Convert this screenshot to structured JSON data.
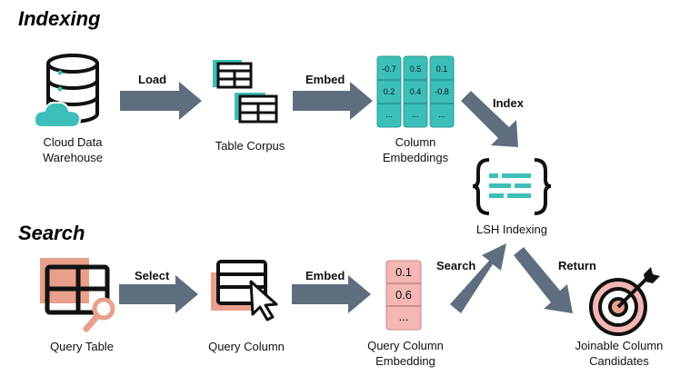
{
  "sections": {
    "indexing": "Indexing",
    "search": "Search"
  },
  "indexing_row": {
    "cloud_label_line1": "Cloud Data",
    "cloud_label_line2": "Warehouse",
    "load_label": "Load",
    "corpus_label": "Table Corpus",
    "embed_label": "Embed",
    "embeddings_label_line1": "Column",
    "embeddings_label_line2": "Embeddings",
    "embedding_columns": [
      [
        "-0.7",
        "0.2",
        "..."
      ],
      [
        "0.5",
        "0.4",
        "..."
      ],
      [
        "0.1",
        "-0.8",
        "..."
      ]
    ],
    "index_label": "Index"
  },
  "lsh": {
    "label": "LSH Indexing"
  },
  "search_row": {
    "query_table_label": "Query Table",
    "select_label": "Select",
    "query_column_label": "Query Column",
    "embed_label": "Embed",
    "query_embedding_line1": "Query Column",
    "query_embedding_line2": "Embedding",
    "query_embedding_values": [
      "0.1",
      "0.6",
      "..."
    ],
    "search_label": "Search",
    "return_label": "Return",
    "result_label_line1": "Joinable Column",
    "result_label_line2": "Candidates"
  },
  "colors": {
    "teal": "#3bbfb8",
    "salmon": "#e8a08c",
    "pink_cell": "#f4b7b4",
    "arrow": "#5f6e7f",
    "ink": "#111111"
  }
}
